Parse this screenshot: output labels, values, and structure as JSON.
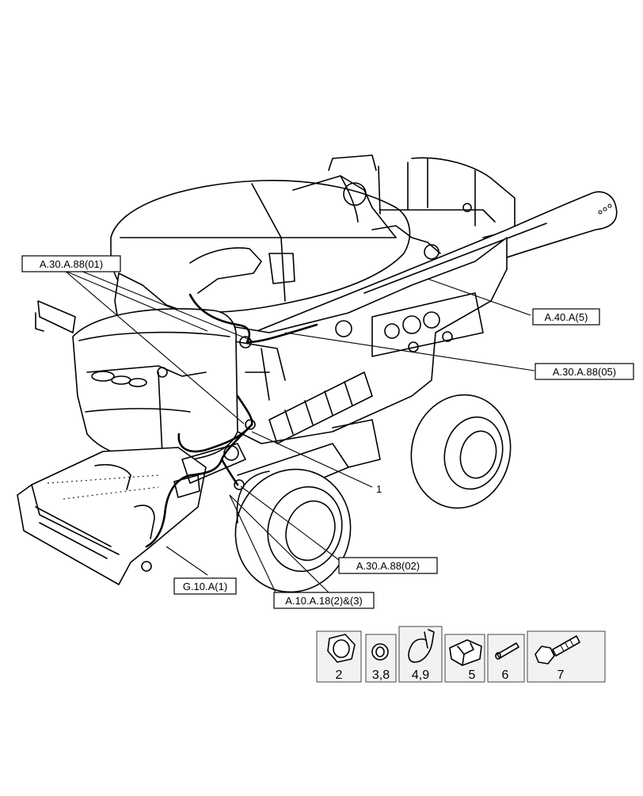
{
  "callouts": {
    "a30_88_01": "A.30.A.88(01)",
    "a40_5": "A.40.A(5)",
    "a30_88_05": "A.30.A.88(05)",
    "item_1": "1",
    "a30_88_02": "A.30.A.88(02)",
    "g10_1": "G.10.A(1)",
    "a10_18": "A.10.A.18(2)&(3)"
  },
  "parts": [
    {
      "number": "2",
      "icon": "hex-nut-icon"
    },
    {
      "number": "3,8",
      "icon": "washer-icon"
    },
    {
      "number": "4,9",
      "icon": "cable-tie-icon"
    },
    {
      "number": "5",
      "icon": "clip-block-icon"
    },
    {
      "number": "6",
      "icon": "pin-icon"
    },
    {
      "number": "7",
      "icon": "hex-bolt-icon"
    }
  ]
}
